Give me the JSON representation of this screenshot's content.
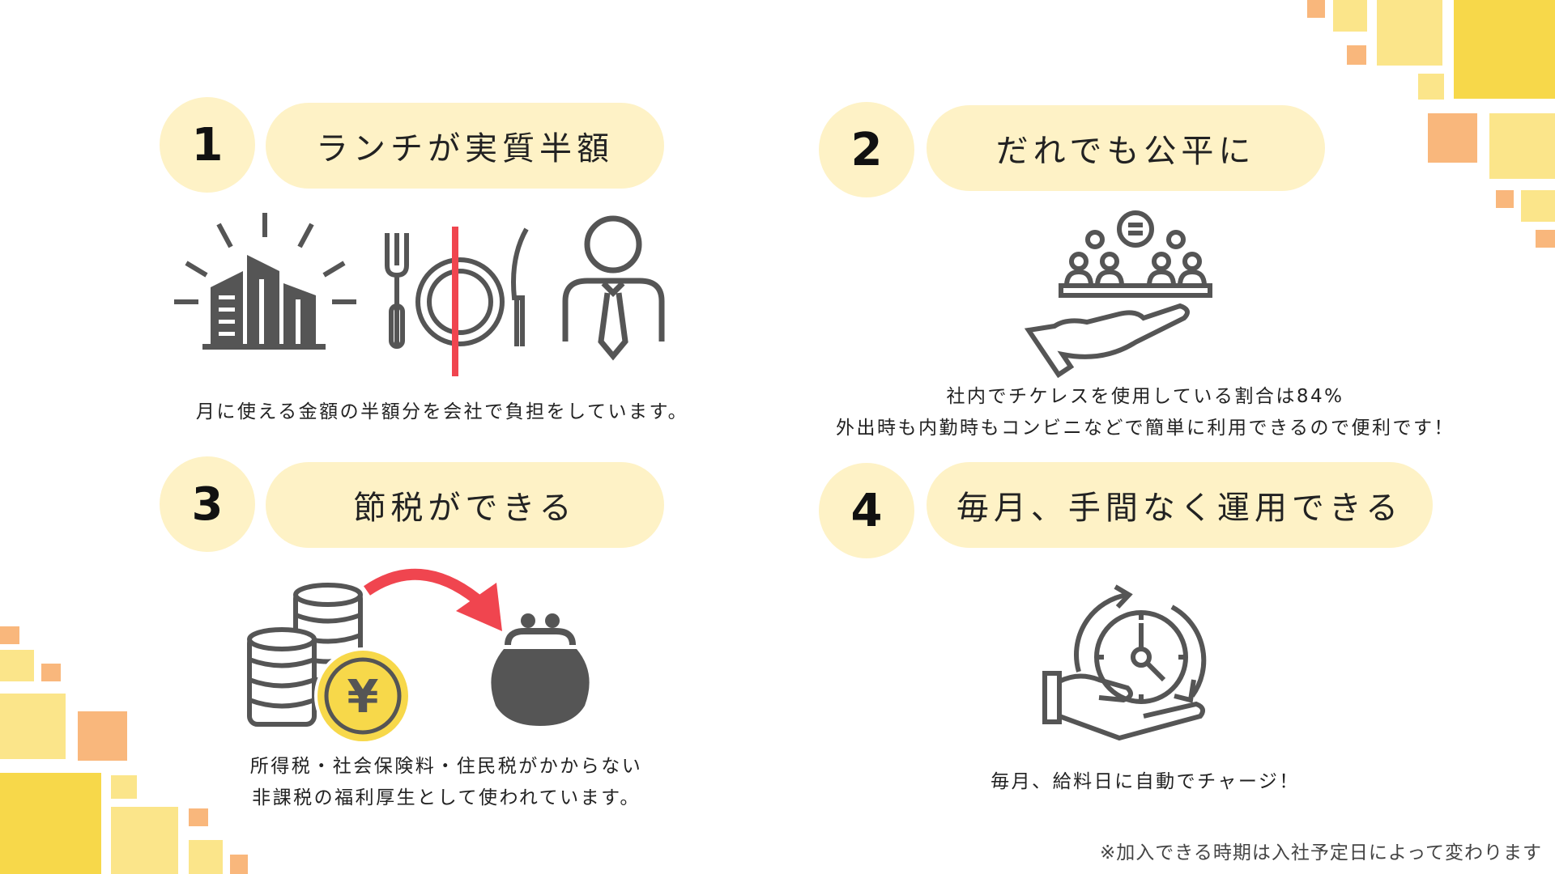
{
  "colors": {
    "pill_bg": "#fef2c6",
    "icon_gray": "#555555",
    "accent_red": "#f0454f",
    "coin_yellow": "#f7d84a"
  },
  "sections": [
    {
      "number": "1",
      "title": "ランチが実質半額",
      "description": [
        "月に使える金額の半額分を会社で負担をしています。"
      ],
      "icons": [
        "building-icon",
        "fork-knife-plate-icon",
        "businessman-icon"
      ]
    },
    {
      "number": "2",
      "title": "だれでも公平に",
      "description": [
        "社内でチケレスを使用している割合は84%",
        "外出時も内勤時もコンビニなどで簡単に利用できるので便利です！"
      ],
      "icons": [
        "hand-holding-people-equal-icon"
      ]
    },
    {
      "number": "3",
      "title": "節税ができる",
      "description": [
        "所得税・社会保険料・住民税がかからない",
        "非課税の福利厚生として使われています。"
      ],
      "icons": [
        "coins-yen-icon",
        "arrow-icon",
        "purse-icon"
      ],
      "coin_symbol": "¥"
    },
    {
      "number": "4",
      "title": "毎月、手間なく運用できる",
      "description": [
        "毎月、給料日に自動でチャージ！"
      ],
      "icons": [
        "hand-clock-cycle-icon"
      ]
    }
  ],
  "footnote": "※加入できる時期は入社予定日によって変わります"
}
